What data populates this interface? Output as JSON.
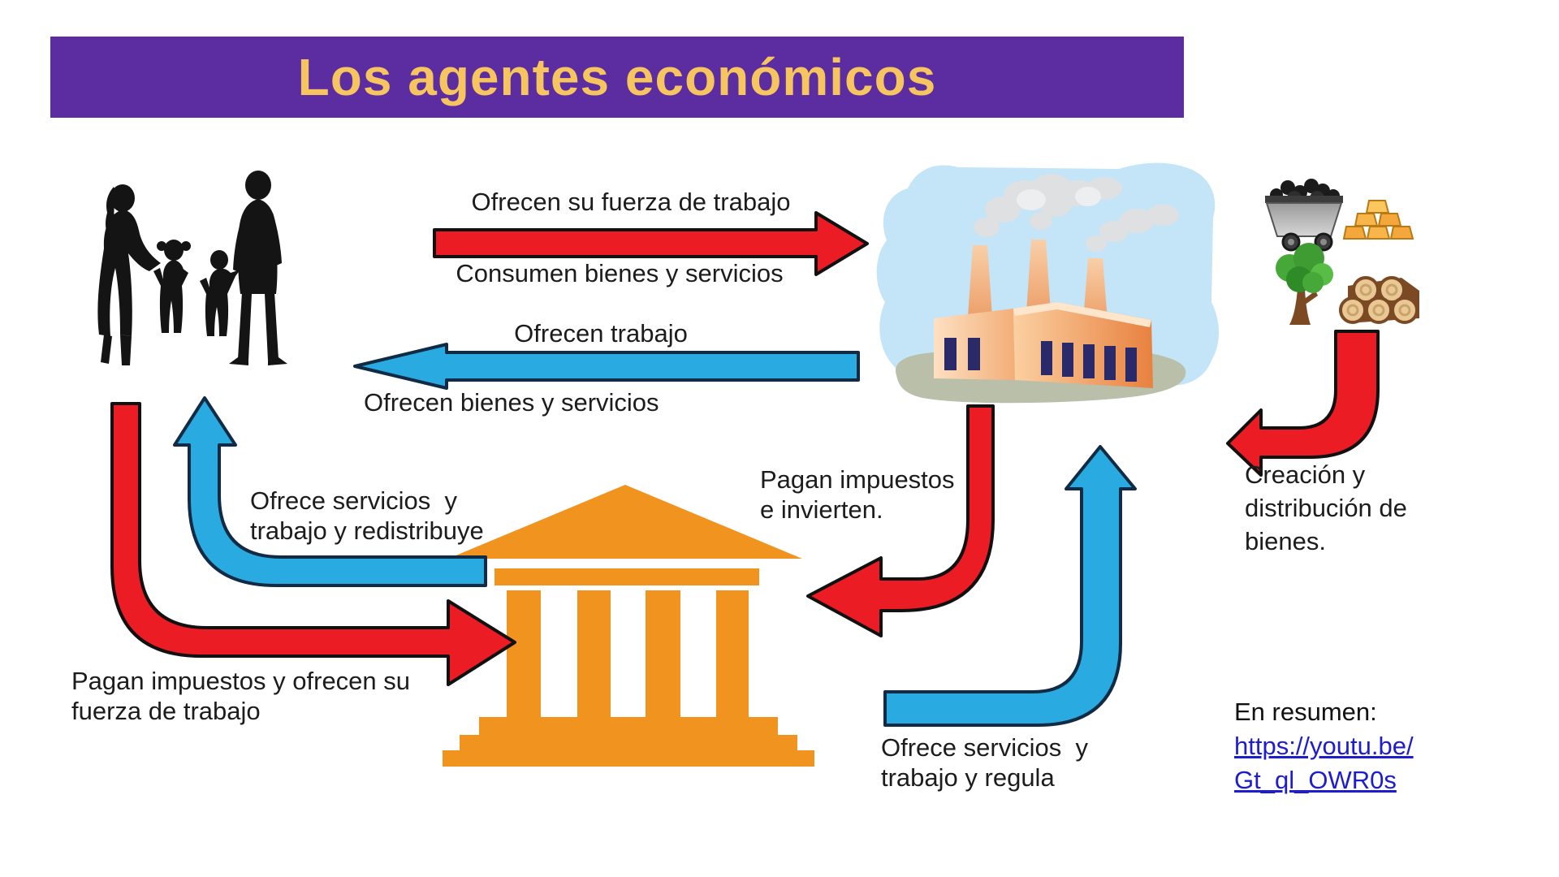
{
  "title": "Los agentes económicos",
  "labels": {
    "offer_labor": "Ofrecen su fuerza de trabajo",
    "consume_goods": "Consumen bienes y servicios",
    "offer_jobs": "Ofrecen trabajo",
    "offer_goods": "Ofrecen bienes y servicios",
    "gov_to_families_line1": "Ofrece servicios  y",
    "gov_to_families_line2": "trabajo y redistribuye",
    "families_to_gov_line1": "Pagan impuestos y ofrecen su",
    "families_to_gov_line2": "fuerza de trabajo",
    "firms_to_gov_line1": "Pagan impuestos",
    "firms_to_gov_line2": "e invierten.",
    "gov_to_firms_line1": "Ofrece servicios  y",
    "gov_to_firms_line2": "trabajo y regula",
    "resources_line1": "Creación y",
    "resources_line2": "distribución de",
    "resources_line3": "bienes."
  },
  "summary": {
    "heading": "En resumen:",
    "link_line1": "https://youtu.be/",
    "link_line2": "Gt_ql_OWR0s"
  },
  "icons": {
    "family": "family-silhouette-icon",
    "factory": "factory-icon",
    "government": "government-building-icon",
    "coal": "coal-cart-icon",
    "gold": "gold-bars-icon",
    "tree": "tree-icon",
    "logs": "logs-icon"
  },
  "colors": {
    "banner_purple": "#5B2DA0",
    "title_yellow": "#F6C55F",
    "arrow_red": "#EC1C24",
    "arrow_blue": "#29ABE2",
    "building_orange": "#F0931F",
    "link_blue": "#1D1DCF",
    "sky_blue": "#C3E5F7",
    "ground_gray": "#B9BFA8"
  }
}
